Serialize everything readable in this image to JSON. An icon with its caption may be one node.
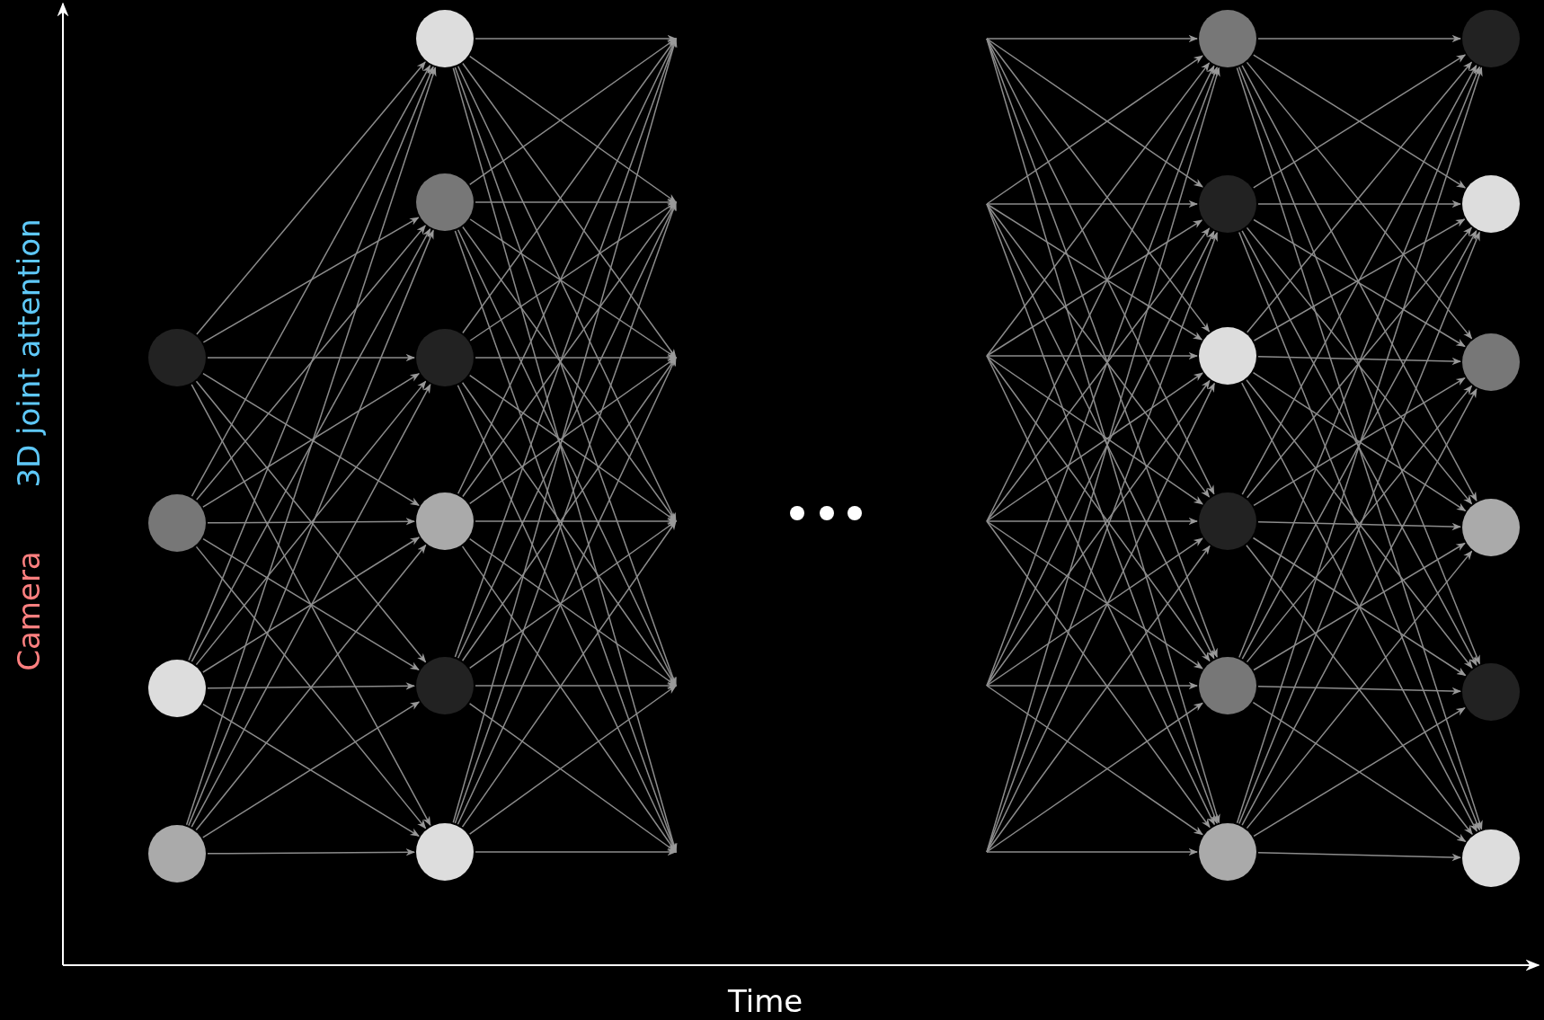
{
  "diagram": {
    "nodes": [
      {
        "text": [],
        "shape": "circle"
      },
      {
        "text": [],
        "shape": "circle"
      },
      {
        "text": [],
        "shape": "circle"
      },
      {
        "text": [],
        "shape": "circle"
      },
      {
        "text": [],
        "shape": "circle"
      },
      {
        "text": [],
        "shape": "circle"
      },
      {
        "text": [],
        "shape": "circle"
      },
      {
        "text": [],
        "shape": "circle"
      },
      {
        "text": [],
        "shape": "circle"
      },
      {
        "text": [],
        "shape": "circle"
      },
      {
        "text": [],
        "shape": "circle"
      },
      {
        "text": [],
        "shape": "circle"
      },
      {
        "text": [],
        "shape": "circle"
      },
      {
        "text": [],
        "shape": "circle"
      },
      {
        "text": [],
        "shape": "circle"
      },
      {
        "text": [],
        "shape": "circle"
      },
      {
        "text": [],
        "shape": "circle"
      },
      {
        "text": [],
        "shape": "circle"
      },
      {
        "text": [],
        "shape": "circle"
      },
      {
        "text": [],
        "shape": "circle"
      },
      {
        "text": [],
        "shape": "circle"
      },
      {
        "text": [],
        "shape": "circle"
      }
    ],
    "edges": [
      {
        "from": 0,
        "to": 4,
        "arrow": "to"
      },
      {
        "from": 0,
        "to": 5,
        "arrow": "to"
      },
      {
        "from": 0,
        "to": 6,
        "arrow": "to"
      },
      {
        "from": 0,
        "to": 7,
        "arrow": "to"
      },
      {
        "from": 0,
        "to": 8,
        "arrow": "to"
      },
      {
        "from": 0,
        "to": 9,
        "arrow": "to"
      },
      {
        "from": 1,
        "to": 4,
        "arrow": "to"
      },
      {
        "from": 1,
        "to": 5,
        "arrow": "to"
      },
      {
        "from": 1,
        "to": 6,
        "arrow": "to"
      },
      {
        "from": 1,
        "to": 7,
        "arrow": "to"
      },
      {
        "from": 1,
        "to": 8,
        "arrow": "to"
      },
      {
        "from": 1,
        "to": 9,
        "arrow": "to"
      },
      {
        "from": 2,
        "to": 4,
        "arrow": "to"
      },
      {
        "from": 2,
        "to": 5,
        "arrow": "to"
      },
      {
        "from": 2,
        "to": 6,
        "arrow": "to"
      },
      {
        "from": 2,
        "to": 7,
        "arrow": "to"
      },
      {
        "from": 2,
        "to": 8,
        "arrow": "to"
      },
      {
        "from": 2,
        "to": 9,
        "arrow": "to"
      },
      {
        "from": 3,
        "to": 4,
        "arrow": "to"
      },
      {
        "from": 3,
        "to": 5,
        "arrow": "to"
      },
      {
        "from": 3,
        "to": 6,
        "arrow": "to"
      },
      {
        "from": 3,
        "to": 7,
        "arrow": "to"
      },
      {
        "from": 3,
        "to": 8,
        "arrow": "to"
      },
      {
        "from": 3,
        "to": 9,
        "arrow": "to"
      },
      {
        "from": 4,
        "to": null,
        "arrow": "to"
      },
      {
        "from": 4,
        "to": null,
        "arrow": "to"
      },
      {
        "from": 4,
        "to": null,
        "arrow": "to"
      },
      {
        "from": 4,
        "to": null,
        "arrow": "to"
      },
      {
        "from": 4,
        "to": null,
        "arrow": "to"
      },
      {
        "from": 4,
        "to": null,
        "arrow": "to"
      },
      {
        "from": 5,
        "to": null,
        "arrow": "to"
      },
      {
        "from": 5,
        "to": null,
        "arrow": "to"
      },
      {
        "from": 5,
        "to": null,
        "arrow": "to"
      },
      {
        "from": 5,
        "to": null,
        "arrow": "to"
      },
      {
        "from": 5,
        "to": null,
        "arrow": "to"
      },
      {
        "from": 5,
        "to": null,
        "arrow": "to"
      },
      {
        "from": 6,
        "to": null,
        "arrow": "to"
      },
      {
        "from": 6,
        "to": null,
        "arrow": "to"
      },
      {
        "from": 6,
        "to": null,
        "arrow": "to"
      },
      {
        "from": 6,
        "to": null,
        "arrow": "to"
      },
      {
        "from": 6,
        "to": null,
        "arrow": "to"
      },
      {
        "from": 6,
        "to": null,
        "arrow": "to"
      },
      {
        "from": 7,
        "to": null,
        "arrow": "to"
      },
      {
        "from": 7,
        "to": null,
        "arrow": "to"
      },
      {
        "from": 7,
        "to": null,
        "arrow": "to"
      },
      {
        "from": 7,
        "to": null,
        "arrow": "to"
      },
      {
        "from": 7,
        "to": null,
        "arrow": "to"
      },
      {
        "from": 7,
        "to": null,
        "arrow": "to"
      },
      {
        "from": 8,
        "to": null,
        "arrow": "to"
      },
      {
        "from": 8,
        "to": null,
        "arrow": "to"
      },
      {
        "from": 8,
        "to": null,
        "arrow": "to"
      },
      {
        "from": 8,
        "to": null,
        "arrow": "to"
      },
      {
        "from": 8,
        "to": null,
        "arrow": "to"
      },
      {
        "from": 8,
        "to": null,
        "arrow": "to"
      },
      {
        "from": 9,
        "to": null,
        "arrow": "to"
      },
      {
        "from": 9,
        "to": null,
        "arrow": "to"
      },
      {
        "from": 9,
        "to": null,
        "arrow": "to"
      },
      {
        "from": 9,
        "to": null,
        "arrow": "to"
      },
      {
        "from": 9,
        "to": null,
        "arrow": "to"
      },
      {
        "from": 9,
        "to": null,
        "arrow": "to"
      },
      {
        "from": null,
        "to": 10,
        "arrow": "to"
      },
      {
        "from": null,
        "to": 10,
        "arrow": "to"
      },
      {
        "from": null,
        "to": 10,
        "arrow": "to"
      },
      {
        "from": null,
        "to": 10,
        "arrow": "to"
      },
      {
        "from": null,
        "to": 10,
        "arrow": "to"
      },
      {
        "from": null,
        "to": 10,
        "arrow": "to"
      },
      {
        "from": null,
        "to": 11,
        "arrow": "to"
      },
      {
        "from": null,
        "to": 11,
        "arrow": "to"
      },
      {
        "from": null,
        "to": 11,
        "arrow": "to"
      },
      {
        "from": null,
        "to": 11,
        "arrow": "to"
      },
      {
        "from": null,
        "to": 11,
        "arrow": "to"
      },
      {
        "from": null,
        "to": 11,
        "arrow": "to"
      },
      {
        "from": null,
        "to": 12,
        "arrow": "to"
      },
      {
        "from": null,
        "to": 12,
        "arrow": "to"
      },
      {
        "from": null,
        "to": 12,
        "arrow": "to"
      },
      {
        "from": null,
        "to": 12,
        "arrow": "to"
      },
      {
        "from": null,
        "to": 12,
        "arrow": "to"
      },
      {
        "from": null,
        "to": 12,
        "arrow": "to"
      },
      {
        "from": null,
        "to": 13,
        "arrow": "to"
      },
      {
        "from": null,
        "to": 13,
        "arrow": "to"
      },
      {
        "from": null,
        "to": 13,
        "arrow": "to"
      },
      {
        "from": null,
        "to": 13,
        "arrow": "to"
      },
      {
        "from": null,
        "to": 13,
        "arrow": "to"
      },
      {
        "from": null,
        "to": 13,
        "arrow": "to"
      },
      {
        "from": null,
        "to": 14,
        "arrow": "to"
      },
      {
        "from": null,
        "to": 14,
        "arrow": "to"
      },
      {
        "from": null,
        "to": 14,
        "arrow": "to"
      },
      {
        "from": null,
        "to": 14,
        "arrow": "to"
      },
      {
        "from": null,
        "to": 14,
        "arrow": "to"
      },
      {
        "from": null,
        "to": 14,
        "arrow": "to"
      },
      {
        "from": null,
        "to": 15,
        "arrow": "to"
      },
      {
        "from": null,
        "to": 15,
        "arrow": "to"
      },
      {
        "from": null,
        "to": 15,
        "arrow": "to"
      },
      {
        "from": null,
        "to": 15,
        "arrow": "to"
      },
      {
        "from": null,
        "to": 15,
        "arrow": "to"
      },
      {
        "from": null,
        "to": 15,
        "arrow": "to"
      },
      {
        "from": 10,
        "to": 16,
        "arrow": "to"
      },
      {
        "from": 10,
        "to": 17,
        "arrow": "to"
      },
      {
        "from": 10,
        "to": 18,
        "arrow": "to"
      },
      {
        "from": 10,
        "to": 19,
        "arrow": "to"
      },
      {
        "from": 10,
        "to": 20,
        "arrow": "to"
      },
      {
        "from": 10,
        "to": 21,
        "arrow": "to"
      },
      {
        "from": 11,
        "to": 16,
        "arrow": "to"
      },
      {
        "from": 11,
        "to": 17,
        "arrow": "to"
      },
      {
        "from": 11,
        "to": 18,
        "arrow": "to"
      },
      {
        "from": 11,
        "to": 19,
        "arrow": "to"
      },
      {
        "from": 11,
        "to": 20,
        "arrow": "to"
      },
      {
        "from": 11,
        "to": 21,
        "arrow": "to"
      },
      {
        "from": 12,
        "to": 16,
        "arrow": "to"
      },
      {
        "from": 12,
        "to": 17,
        "arrow": "to"
      },
      {
        "from": 12,
        "to": 18,
        "arrow": "to"
      },
      {
        "from": 12,
        "to": 19,
        "arrow": "to"
      },
      {
        "from": 12,
        "to": 20,
        "arrow": "to"
      },
      {
        "from": 12,
        "to": 21,
        "arrow": "to"
      },
      {
        "from": 13,
        "to": 16,
        "arrow": "to"
      },
      {
        "from": 13,
        "to": 17,
        "arrow": "to"
      },
      {
        "from": 13,
        "to": 18,
        "arrow": "to"
      },
      {
        "from": 13,
        "to": 19,
        "arrow": "to"
      },
      {
        "from": 13,
        "to": 20,
        "arrow": "to"
      },
      {
        "from": 13,
        "to": 21,
        "arrow": "to"
      },
      {
        "from": 14,
        "to": 16,
        "arrow": "to"
      },
      {
        "from": 14,
        "to": 17,
        "arrow": "to"
      },
      {
        "from": 14,
        "to": 18,
        "arrow": "to"
      },
      {
        "from": 14,
        "to": 19,
        "arrow": "to"
      },
      {
        "from": 14,
        "to": 20,
        "arrow": "to"
      },
      {
        "from": 14,
        "to": 21,
        "arrow": "to"
      },
      {
        "from": 15,
        "to": 16,
        "arrow": "to"
      },
      {
        "from": 15,
        "to": 17,
        "arrow": "to"
      },
      {
        "from": 15,
        "to": 18,
        "arrow": "to"
      },
      {
        "from": 15,
        "to": 19,
        "arrow": "to"
      },
      {
        "from": 15,
        "to": 20,
        "arrow": "to"
      },
      {
        "from": 15,
        "to": 21,
        "arrow": "to"
      }
    ],
    "labels": [
      "Camera",
      "3D joint attention",
      "Time"
    ]
  }
}
